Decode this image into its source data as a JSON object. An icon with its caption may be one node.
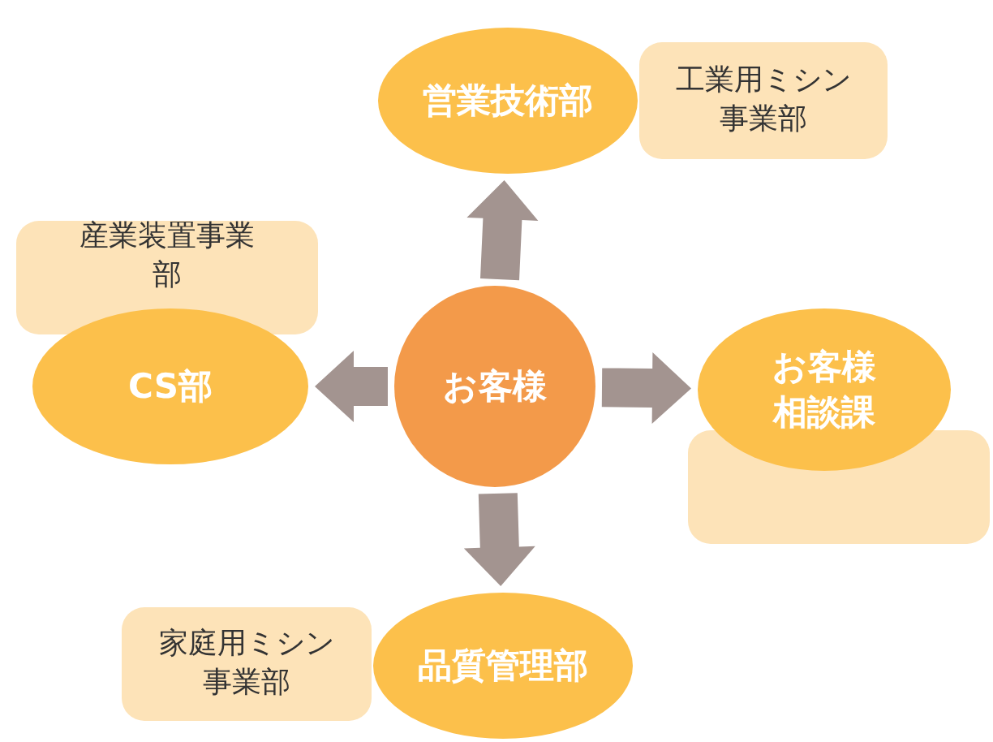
{
  "diagram": {
    "nodes": [
      {
        "text": [
          "お客様"
        ]
      },
      {
        "text": [
          "営業技術部"
        ]
      },
      {
        "text": [
          "工業用ミシン事業部"
        ]
      },
      {
        "text": [
          "CS部"
        ]
      },
      {
        "text": [
          "産業装置事業部"
        ]
      },
      {
        "text": [
          "お客様相談課"
        ]
      },
      {
        "text": [],
        "shape": "box"
      },
      {
        "text": [
          "品質管理部"
        ]
      },
      {
        "text": [
          "家庭用ミシン事業部"
        ]
      }
    ],
    "edges": [
      {
        "from": 0,
        "to": 1,
        "arrow": "to"
      },
      {
        "from": 0,
        "to": 3,
        "arrow": "to"
      },
      {
        "from": 0,
        "to": 5,
        "arrow": "to"
      },
      {
        "from": 0,
        "to": 7,
        "arrow": "to"
      }
    ]
  }
}
